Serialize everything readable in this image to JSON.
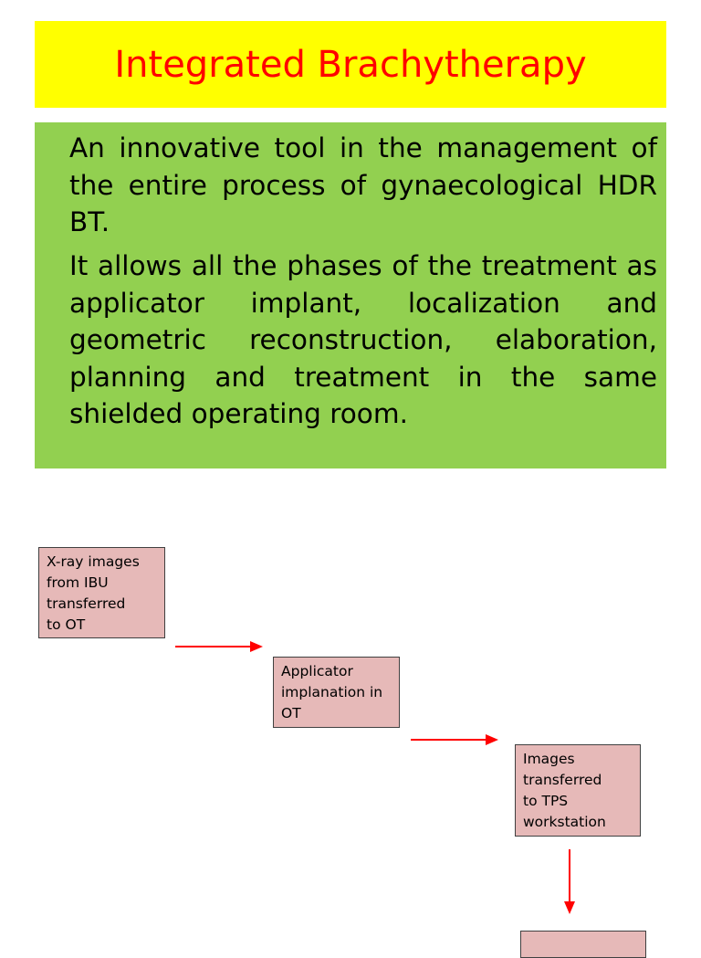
{
  "slide": {
    "title": "Integrated Brachytherapy",
    "colors": {
      "title_bg": "#ffff00",
      "title_text": "#ff0000",
      "body_bg": "#92d050",
      "box_fill": "#e6b9b8",
      "arrow": "#ff0000"
    },
    "paragraphs": [
      "An innovative tool in the management of the entire process of gynaecological HDR BT.",
      "It allows all the phases of the treatment as applicator implant, localization and geometric reconstruction, elaboration, planning and treatment in the same shielded operating room."
    ]
  },
  "flowchart": {
    "steps": [
      {
        "label": "X-ray images\nfrom IBU\ntransferred\nto OT"
      },
      {
        "label": "Applicator\nimplanation in\nOT"
      },
      {
        "label": "Images\ntransferred\nto TPS\nworkstation"
      },
      {
        "label": ""
      }
    ]
  }
}
